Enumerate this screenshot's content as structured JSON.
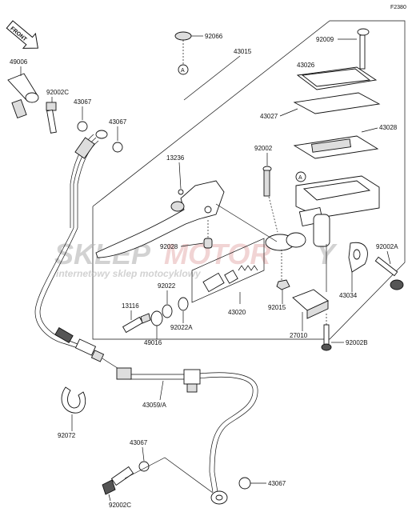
{
  "figure_code": "F2380",
  "front_label": "FRONT",
  "watermark": {
    "brand_prefix": "SKLEP",
    "brand_main": "MOTOR",
    "brand_suffix": "Y",
    "tagline": "internetowy sklep motocyklowy"
  },
  "callout_letter": "A",
  "parts": [
    "92066",
    "43015",
    "92009",
    "49006",
    "92002C",
    "43067",
    "43026",
    "43067",
    "43027",
    "43028",
    "92002",
    "13236",
    "92028",
    "92002A",
    "92022",
    "13116",
    "92022A",
    "43020",
    "92015",
    "43034",
    "49016",
    "27010",
    "92002B",
    "43059/A",
    "92072",
    "43067",
    "43067",
    "92002C"
  ],
  "colors": {
    "line": "#111111",
    "watermark_gray": "#b5b5b5",
    "watermark_red": "#e8b8b8"
  }
}
